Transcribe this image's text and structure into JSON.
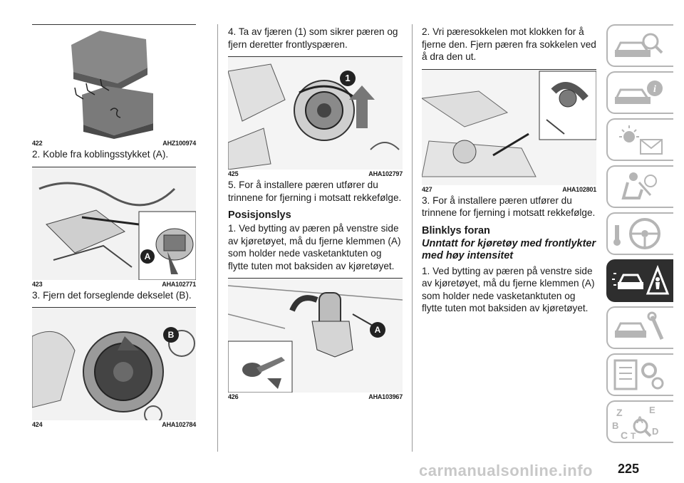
{
  "page_number": "225",
  "watermark": "carmanualsonline.info",
  "column1": {
    "fig422": {
      "num": "422",
      "code": "AHZ100974"
    },
    "text1": "2. Koble fra koblingsstykket (A).",
    "fig423": {
      "num": "423",
      "code": "AHA102771",
      "callout": "A"
    },
    "text2": "3. Fjern det forseglende dekselet (B).",
    "fig424": {
      "num": "424",
      "code": "AHA102784",
      "callout": "B"
    }
  },
  "column2": {
    "text1": "4. Ta av fjæren (1) som sikrer pæren og fjern deretter frontlyspæren.",
    "fig425": {
      "num": "425",
      "code": "AHA102797",
      "callout": "1"
    },
    "text2": "5. For å installere pæren utfører du trinnene for fjerning i motsatt rekkefølge.",
    "heading": "Posisjonslys",
    "text3": "1. Ved bytting av pæren på venstre side av kjøretøyet, må du fjerne klemmen (A) som holder nede vasketanktuten og flytte tuten mot baksiden av kjøretøyet.",
    "fig426": {
      "num": "426",
      "code": "AHA103967",
      "callout": "A"
    }
  },
  "column3": {
    "text1": "2. Vri pæresokkelen mot klokken for å fjerne den. Fjern pæren fra sokkelen ved å dra den ut.",
    "fig427": {
      "num": "427",
      "code": "AHA102801"
    },
    "text2": "3. For å installere pæren utfører du trinnene for fjerning i motsatt rekkefølge.",
    "heading": "Blinklys foran",
    "subheading": "Unntatt for kjøretøy med frontlykter med høy intensitet",
    "text3": "1. Ved bytting av pæren på venstre side av kjøretøyet, må du fjerne klemmen (A) som holder nede vasketanktuten og flytte tuten mot baksiden av kjøretøyet."
  },
  "sidebar": {
    "tabs": [
      {
        "icon": "car-search-icon",
        "active": false
      },
      {
        "icon": "car-info-icon",
        "active": false
      },
      {
        "icon": "warning-lights-icon",
        "active": false
      },
      {
        "icon": "seat-airbag-icon",
        "active": false
      },
      {
        "icon": "steering-key-icon",
        "active": false
      },
      {
        "icon": "car-breakdown-icon",
        "active": true
      },
      {
        "icon": "car-service-icon",
        "active": false
      },
      {
        "icon": "specifications-icon",
        "active": false
      },
      {
        "icon": "index-icon",
        "active": false
      }
    ],
    "index_letters": [
      "Z",
      "E",
      "A",
      "B",
      "C",
      "D",
      "T"
    ]
  }
}
